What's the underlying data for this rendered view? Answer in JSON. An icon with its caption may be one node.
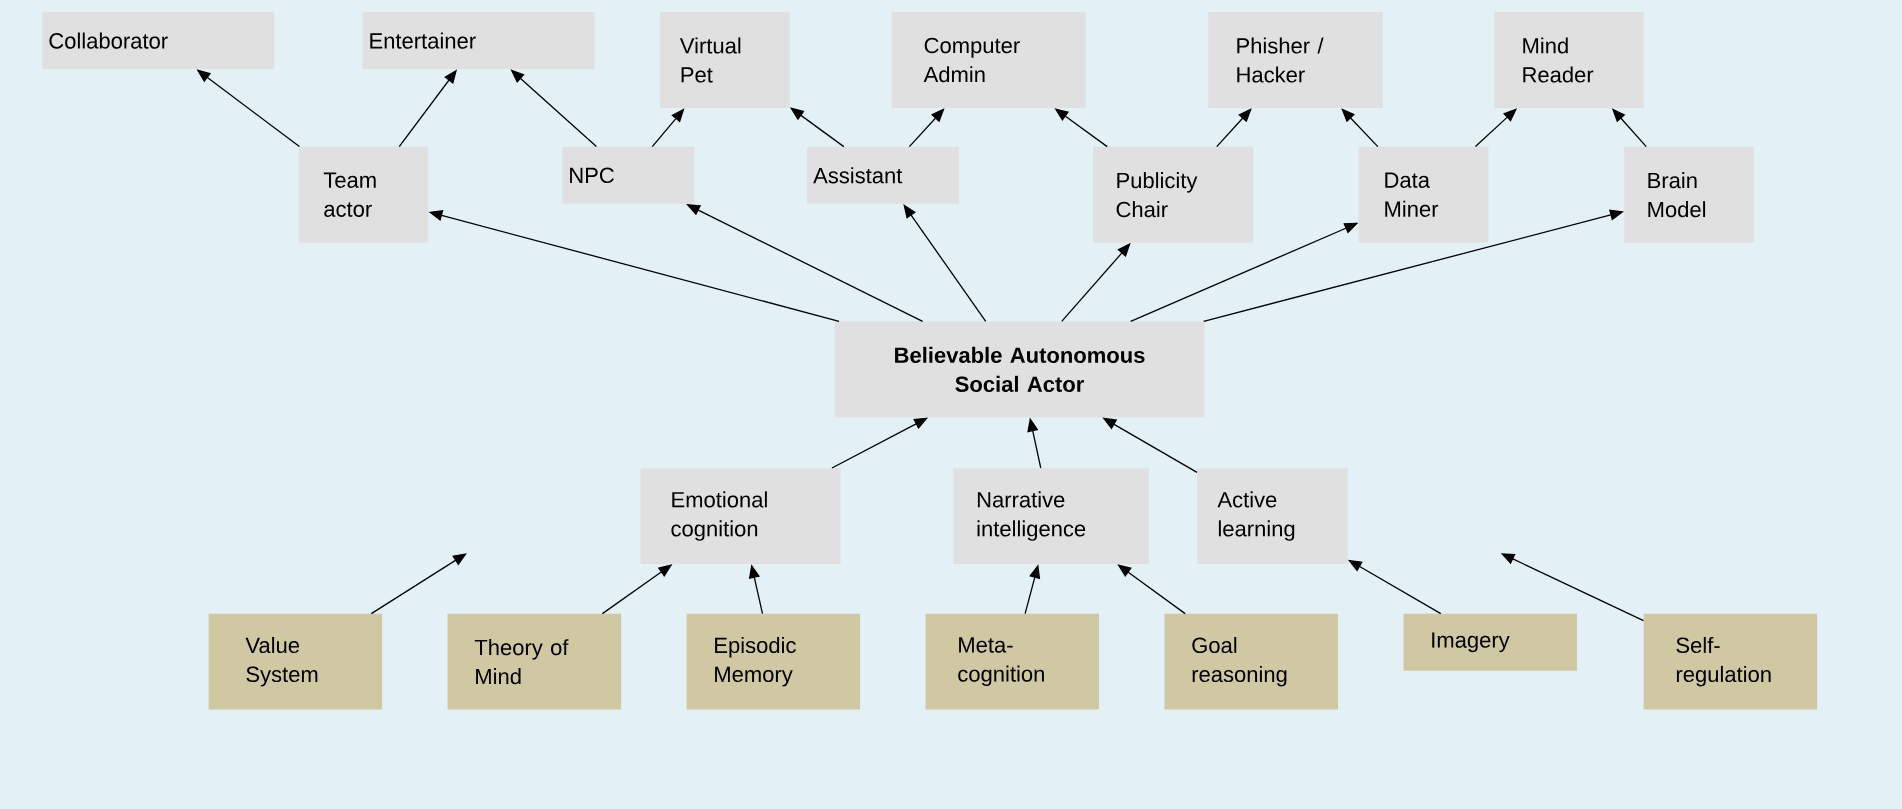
{
  "diagram": {
    "nodes": [
      {
        "text": [
          "Collaborator"
        ]
      },
      {
        "text": [
          "Entertainer"
        ]
      },
      {
        "text": [
          "Virtual Pet"
        ]
      },
      {
        "text": [
          "Computer Admin"
        ]
      },
      {
        "text": [
          "Phisher / Hacker"
        ]
      },
      {
        "text": [
          "Mind Reader"
        ]
      },
      {
        "text": [
          "Team actor"
        ]
      },
      {
        "text": [
          "NPC"
        ]
      },
      {
        "text": [
          "Assistant"
        ]
      },
      {
        "text": [
          "Publicity Chair"
        ]
      },
      {
        "text": [
          "Data Miner"
        ]
      },
      {
        "text": [
          "Brain Model"
        ]
      },
      {
        "text": [
          "Believable Autonomous Social Actor"
        ]
      },
      {
        "text": [
          "Emotional cognition"
        ]
      },
      {
        "text": [
          "Narrative intelligence"
        ]
      },
      {
        "text": [
          "Active learning"
        ]
      },
      {
        "text": [
          "Value System"
        ]
      },
      {
        "text": [
          "Theory of Mind"
        ]
      },
      {
        "text": [
          "Episodic Memory"
        ]
      },
      {
        "text": [
          "Meta-cognition"
        ]
      },
      {
        "text": [
          "Goal reasoning"
        ]
      },
      {
        "text": [
          "Imagery"
        ]
      },
      {
        "text": [
          "Self-regulation"
        ]
      }
    ],
    "edges": [
      {
        "from": 6,
        "to": 0,
        "arrow": "to"
      },
      {
        "from": 6,
        "to": 1,
        "arrow": "to"
      },
      {
        "from": 7,
        "to": 1,
        "arrow": "to"
      },
      {
        "from": 7,
        "to": 2,
        "arrow": "to"
      },
      {
        "from": 8,
        "to": 2,
        "arrow": "to"
      },
      {
        "from": 8,
        "to": 3,
        "arrow": "to"
      },
      {
        "from": 9,
        "to": 3,
        "arrow": "to"
      },
      {
        "from": 9,
        "to": 4,
        "arrow": "to"
      },
      {
        "from": 10,
        "to": 4,
        "arrow": "to"
      },
      {
        "from": 10,
        "to": 5,
        "arrow": "to"
      },
      {
        "from": 11,
        "to": 5,
        "arrow": "to"
      },
      {
        "from": 12,
        "to": 6,
        "arrow": "to"
      },
      {
        "from": 12,
        "to": 7,
        "arrow": "to"
      },
      {
        "from": 12,
        "to": 8,
        "arrow": "to"
      },
      {
        "from": 12,
        "to": 9,
        "arrow": "to"
      },
      {
        "from": 12,
        "to": 10,
        "arrow": "to"
      },
      {
        "from": 12,
        "to": 11,
        "arrow": "to"
      },
      {
        "from": 13,
        "to": 12,
        "arrow": "to"
      },
      {
        "from": 14,
        "to": 12,
        "arrow": "to"
      },
      {
        "from": 15,
        "to": 12,
        "arrow": "to"
      },
      {
        "from": 16,
        "to": null,
        "arrow": "to"
      },
      {
        "from": 17,
        "to": 13,
        "arrow": "to"
      },
      {
        "from": 18,
        "to": 13,
        "arrow": "to"
      },
      {
        "from": 19,
        "to": 14,
        "arrow": "to"
      },
      {
        "from": 20,
        "to": 14,
        "arrow": "to"
      },
      {
        "from": 21,
        "to": 15,
        "arrow": "to"
      },
      {
        "from": 22,
        "to": null,
        "arrow": "to"
      }
    ]
  }
}
